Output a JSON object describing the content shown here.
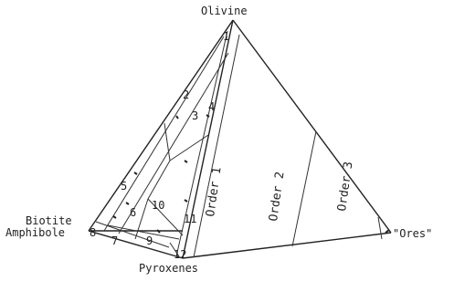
{
  "diagram": {
    "vertices": {
      "top": "Olivine",
      "left_line1": "Biotite",
      "left_line2": "Amphibole",
      "bottom": "Pyroxenes",
      "right": "\"Ores\""
    },
    "orders": [
      "Order 1",
      "Order 2",
      "Order 3"
    ],
    "fields": [
      "1",
      "2",
      "3",
      "4",
      "5",
      "6",
      "7",
      "8",
      "9",
      "10",
      "11",
      "12"
    ]
  }
}
